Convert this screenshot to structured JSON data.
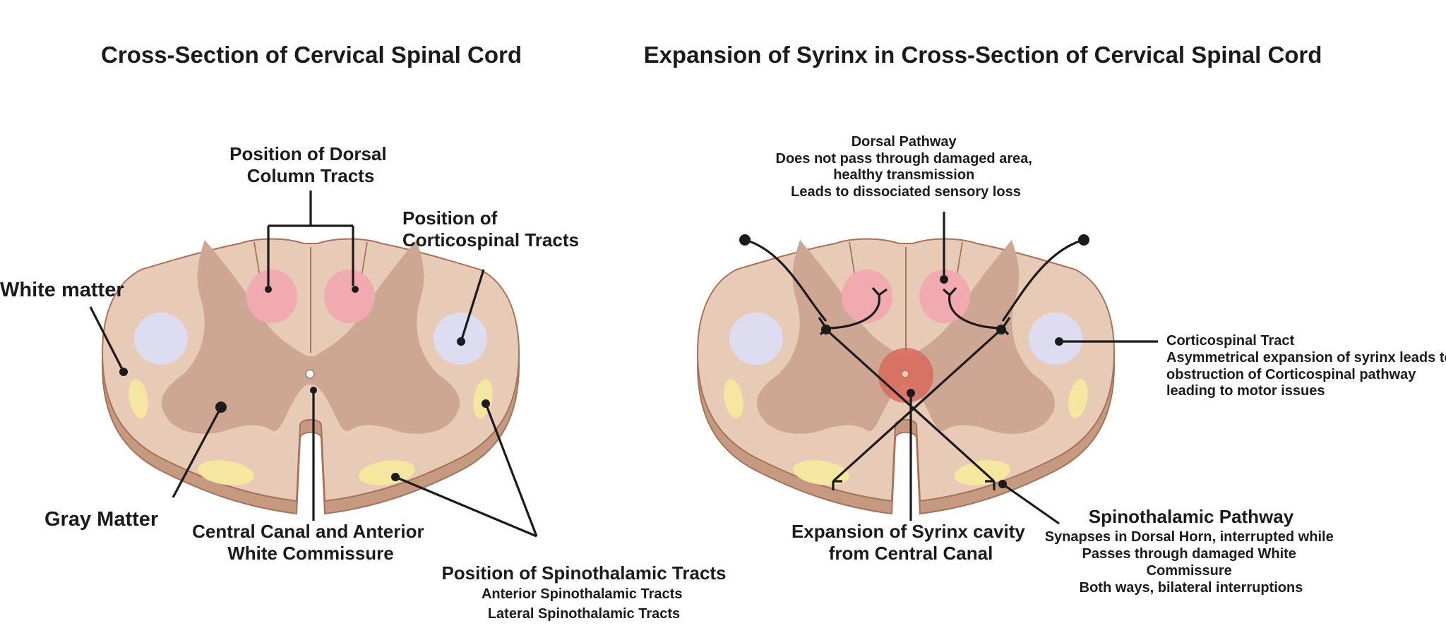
{
  "left": {
    "title": "Cross-Section of Cervical Spinal Cord",
    "labels": {
      "dorsal_column": [
        "Position of Dorsal",
        "Column Tracts"
      ],
      "corticospinal": [
        "Position of",
        "Corticospinal Tracts"
      ],
      "white_matter": "White matter",
      "gray_matter": "Gray Matter",
      "central_canal": [
        "Central Canal and Anterior",
        "White Commissure"
      ],
      "spinothalamic_title": "Position of Spinothalamic Tracts",
      "spinothalamic_sub": [
        "Anterior Spinothalamic Tracts",
        "Lateral Spinothalamic Tracts"
      ]
    }
  },
  "right": {
    "title": "Expansion of Syrinx in Cross-Section of Cervical Spinal Cord",
    "labels": {
      "dorsal_pathway": [
        "Dorsal Pathway",
        "Does not pass through damaged area,",
        "healthy transmission",
        "Leads to dissociated sensory loss"
      ],
      "corticospinal_tract": [
        "Corticospinal Tract",
        "Asymmetrical expansion of syrinx leads to",
        "obstruction of Corticospinal pathway",
        "leading to motor issues"
      ],
      "syrinx": [
        "Expansion of Syrinx cavity",
        "from Central Canal"
      ],
      "spinothalamic_title": "Spinothalamic Pathway",
      "spinothalamic_sub": [
        "Synapses in Dorsal Horn, interrupted while",
        "Passes through damaged White",
        "Commissure",
        "Both ways, bilateral interruptions"
      ]
    }
  },
  "colors": {
    "white_matter": "#e7cbb6",
    "gray_matter": "#cda793",
    "cord_side": "#c59a80",
    "cord_outline": "#a7715a",
    "dorsal_column": "#f0aab0",
    "corticospinal": "#dedcf0",
    "spinothalamic": "#f5e6a0",
    "syrinx": "#d86a5c",
    "line": "#1b1b1b"
  }
}
